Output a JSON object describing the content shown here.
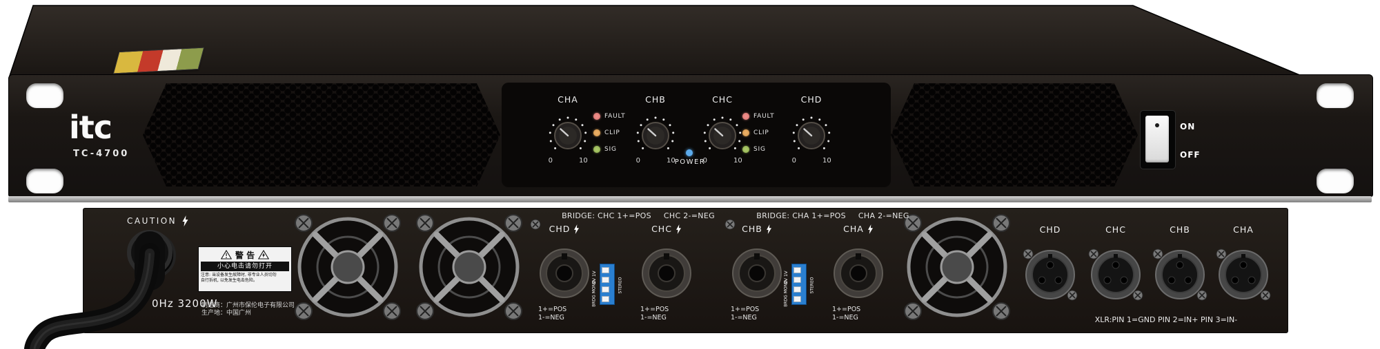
{
  "front": {
    "brand": "itc",
    "model": "TC-4700",
    "channels": [
      {
        "label": "CHA",
        "min": "0",
        "max": "10"
      },
      {
        "label": "CHB",
        "min": "0",
        "max": "10"
      },
      {
        "label": "CHC",
        "min": "0",
        "max": "10"
      },
      {
        "label": "CHD",
        "min": "0",
        "max": "10"
      }
    ],
    "led_labels": [
      "FAULT",
      "CLIP",
      "SIG"
    ],
    "power_label": "POWER",
    "switch_on": "ON",
    "switch_off": "OFF",
    "colors": {
      "fault_led": "#f0908c",
      "clip_led": "#eeb268",
      "sig_led": "#aecb6c",
      "power_led": "#5cabec"
    }
  },
  "rear": {
    "caution": "CAUTION",
    "warning_sticker": {
      "title": "警 告",
      "band": "小心电击请勿打开",
      "note_prefix": "注意:",
      "note_line1": "当设备发生故障时, 非专业人员切勿",
      "note_line2": "自行拆机, 以免发生电击危险。"
    },
    "power_rating": "0Hz 3200W",
    "manufacturer_line1": "制造商：广州市保伦电子有限公司",
    "manufacturer_line2": "生产地：中国广州",
    "bridge_groups": [
      {
        "header_left": "BRIDGE: CHC 1+=POS",
        "header_right": "CHC 2-=NEG",
        "channel_a": "CHD",
        "channel_b": "CHC",
        "pos": "1+=POS",
        "neg": "1-=NEG",
        "dip_left": "2V 1V",
        "dip_bottom": "BRDG MONO",
        "dip_right": "STEREO"
      },
      {
        "header_left": "BRIDGE: CHA 1+=POS",
        "header_right": "CHA 2-=NEG",
        "channel_a": "CHB",
        "channel_b": "CHA",
        "pos": "1+=POS",
        "neg": "1-=NEG",
        "dip_left": "2V 1V",
        "dip_bottom": "BRDG MONO",
        "dip_right": "STEREO"
      }
    ],
    "xlr_labels": [
      "CHD",
      "CHC",
      "CHB",
      "CHA"
    ],
    "xlr_note": "XLR:PIN 1=GND PIN 2=IN+ PIN 3=IN-"
  }
}
